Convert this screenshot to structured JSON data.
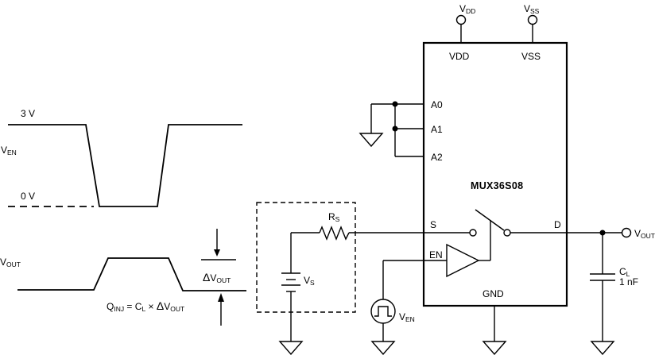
{
  "colors": {
    "line": "#000000",
    "background": "#ffffff"
  },
  "chip": {
    "name": "MUX36S08",
    "pins": {
      "vdd": "VDD",
      "vss": "VSS",
      "a0": "A0",
      "a1": "A1",
      "a2": "A2",
      "s": "S",
      "en": "EN",
      "d": "D",
      "gnd": "GND"
    }
  },
  "terminals": {
    "vdd": {
      "main": "V",
      "sub": "DD"
    },
    "vss": {
      "main": "V",
      "sub": "SS"
    },
    "vout": {
      "main": "V",
      "sub": "OUT"
    }
  },
  "source_box": {
    "rs": {
      "main": "R",
      "sub": "S"
    },
    "vs": {
      "main": "V",
      "sub": "S"
    }
  },
  "en_source": {
    "label": {
      "main": "V",
      "sub": "EN"
    }
  },
  "load": {
    "name": {
      "main": "C",
      "sub": "L"
    },
    "value": "1 nF"
  },
  "waveform_ven": {
    "label": {
      "main": "V",
      "sub": "EN"
    },
    "high_level": "3 V",
    "low_level": "0 V"
  },
  "waveform_vout": {
    "label": {
      "main": "V",
      "sub": "OUT"
    }
  },
  "delta_annotation": {
    "delta": "Δ",
    "main": "V",
    "sub": "OUT"
  },
  "formula": {
    "q_main": "Q",
    "q_sub": "INJ",
    "eq_c": " = C",
    "c_sub": "L",
    "times": " × ",
    "delta": "Δ",
    "v_main": "V",
    "v_sub": "OUT"
  }
}
